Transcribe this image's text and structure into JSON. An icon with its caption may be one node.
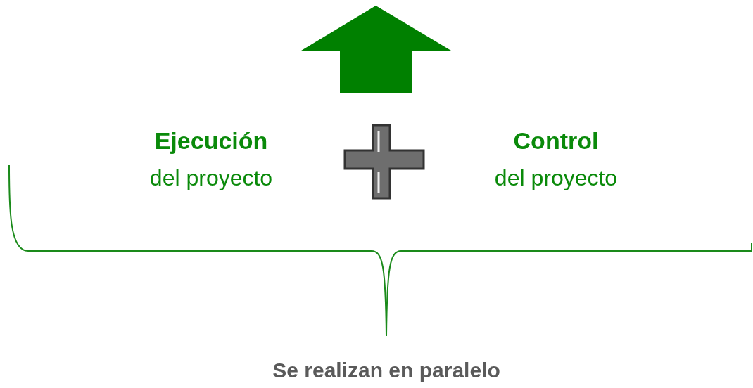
{
  "diagram": {
    "labels": [
      "Ejecución",
      "del proyecto",
      "Control",
      "del proyecto",
      "Se realizan en paralelo"
    ]
  }
}
